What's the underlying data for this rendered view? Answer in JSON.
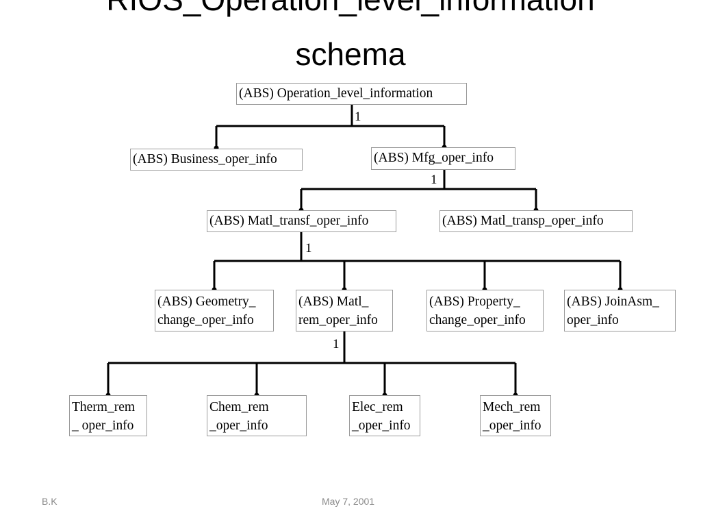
{
  "slide": {
    "title_line1": "RIOS_Operation_level_information",
    "title_line2": "schema",
    "footer_left": "B.K",
    "footer_center": "May 7, 2001"
  },
  "diagram": {
    "nodes": {
      "root": "(ABS) Operation_level_information",
      "business": "(ABS) Business_oper_info",
      "mfg": "(ABS) Mfg_oper_info",
      "matl_transf": "(ABS) Matl_transf_oper_info",
      "matl_transp": "(ABS) Matl_transp_oper_info",
      "geometry_l1": "(ABS) Geometry_",
      "geometry_l2": "change_oper_info",
      "matl_rem_l1": "(ABS) Matl_",
      "matl_rem_l2": "rem_oper_info",
      "property_l1": "(ABS) Property_",
      "property_l2": "change_oper_info",
      "joinasm_l1": "(ABS) JoinAsm_",
      "joinasm_l2": "oper_info",
      "therm_l1": "Therm_rem",
      "therm_l2": "_ oper_info",
      "chem_l1": "Chem_rem",
      "chem_l2": "_oper_info",
      "elec_l1": "Elec_rem",
      "elec_l2": "_oper_info",
      "mech_l1": "Mech_rem",
      "mech_l2": "_oper_info"
    },
    "cardinality": {
      "root": "1",
      "mfg": "1",
      "matl_transf": "1",
      "matl_rem": "1"
    }
  }
}
